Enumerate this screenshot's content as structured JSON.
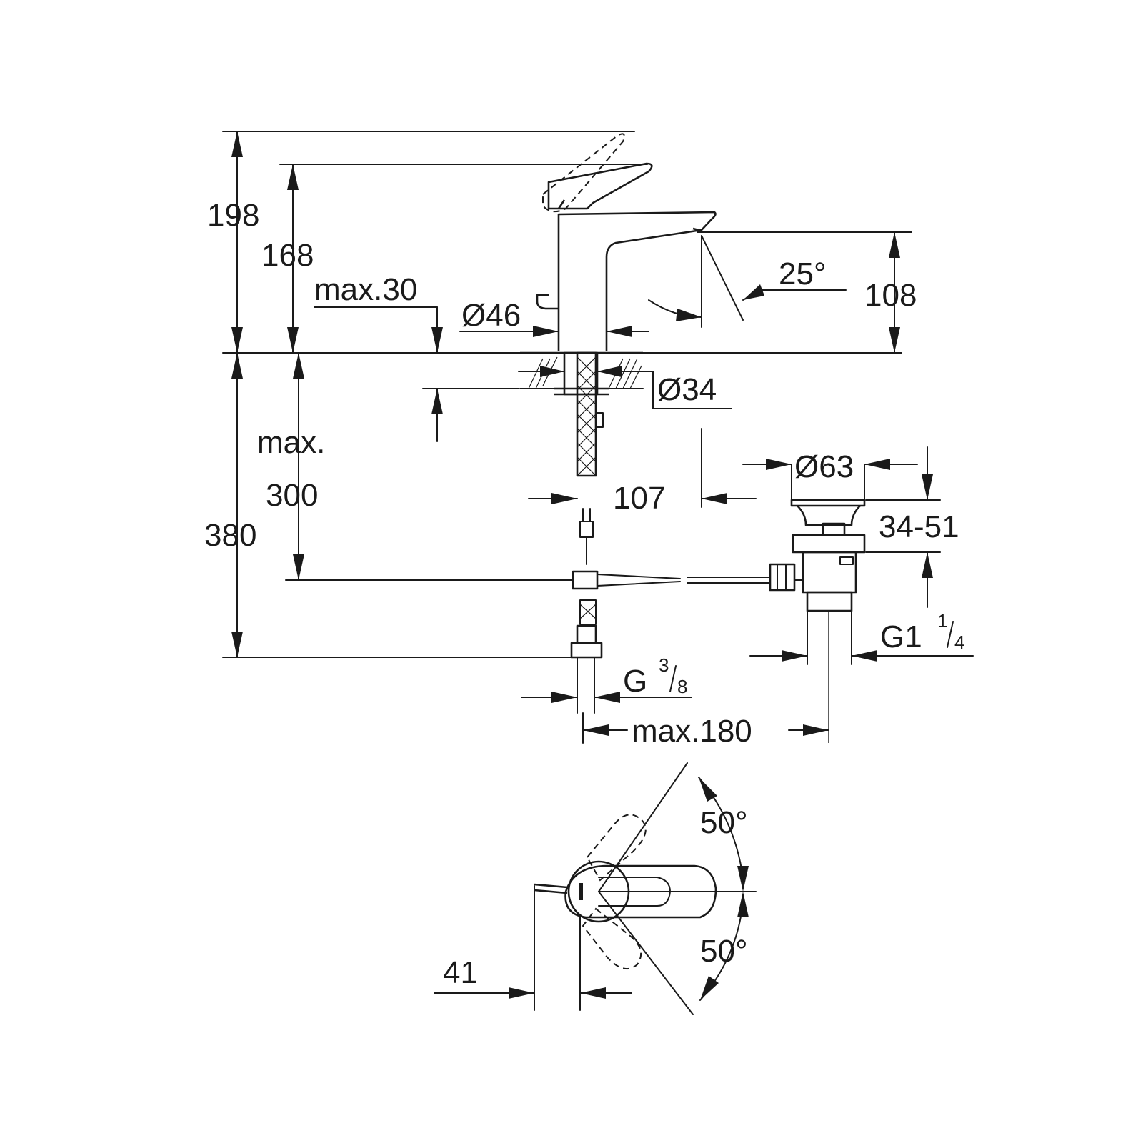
{
  "dimensions": {
    "total_height": "198",
    "spout_top_height": "168",
    "max_deck_thickness_prefix": "max.",
    "max_deck_thickness_value": "30",
    "body_diameter": "Ø46",
    "spout_angle": "25°",
    "spout_outlet_height": "108",
    "hole_diameter": "Ø34",
    "max_label": "max.",
    "hose_length": "300",
    "total_below_deck": "380",
    "spout_reach": "107",
    "waste_diameter": "Ø63",
    "waste_range": "34-51",
    "waste_thread_base": "G1",
    "waste_thread_num": "1",
    "waste_thread_den": "4",
    "supply_thread_base": "G",
    "supply_thread_num": "3",
    "supply_thread_den": "8",
    "max_horizontal_prefix": "max.",
    "max_horizontal_value": "180",
    "lever_rotation_up": "50°",
    "lever_rotation_down": "50°",
    "lever_offset": "41"
  }
}
